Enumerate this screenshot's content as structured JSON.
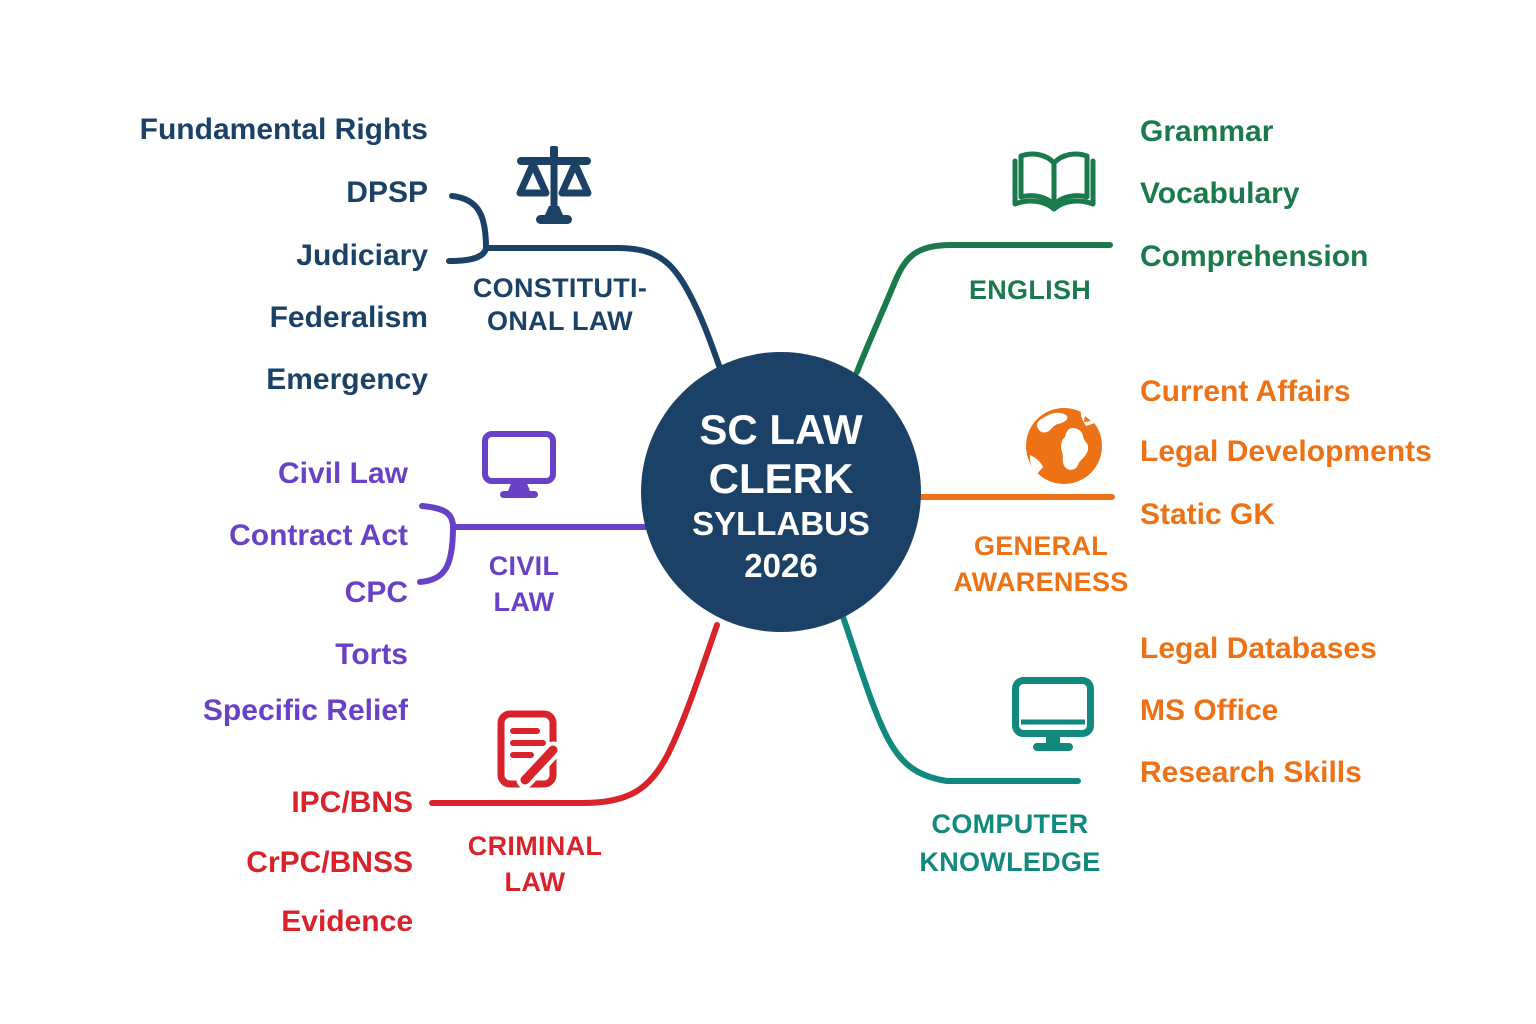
{
  "center": {
    "lines": [
      "SC LAW",
      "CLERK",
      "SYLLABUS",
      "2026"
    ],
    "bg_color": "#1B4266",
    "text_color": "#FFFFFF"
  },
  "branches": [
    {
      "id": "constitutional-law",
      "label_lines": [
        "CONSTITUTI-",
        "ONAL LAW"
      ],
      "color": "#1B4266",
      "items_color": "#1B4266",
      "icon": "scales-of-justice",
      "items": [
        "Fundamental Rights",
        "DPSP",
        "Judiciary",
        "Federalism",
        "Emergency"
      ]
    },
    {
      "id": "civil-law",
      "label_lines": [
        "CIVIL",
        "LAW"
      ],
      "color": "#6941C6",
      "items_color": "#6941C6",
      "icon": "desktop-monitor",
      "items": [
        "Civil Law",
        "Contract Act",
        "CPC",
        "Torts",
        "Specific Relief"
      ]
    },
    {
      "id": "criminal-law",
      "label_lines": [
        "CRIMINAL",
        "LAW"
      ],
      "color": "#D8232A",
      "items_color": "#D8232A",
      "icon": "document-pen",
      "items": [
        "IPC/BNS",
        "CrPC/BNSS",
        "Evidence"
      ]
    },
    {
      "id": "english",
      "label_lines": [
        "ENGLISH"
      ],
      "color": "#1A7A4B",
      "items_color": "#1A7A4B",
      "icon": "open-book",
      "items": [
        "Grammar",
        "Vocabulary",
        "Comprehension"
      ]
    },
    {
      "id": "general-awareness",
      "label_lines": [
        "GENERAL",
        "AWARENESS"
      ],
      "color": "#ED7115",
      "items_color": "#ED7115",
      "icon": "globe",
      "items": [
        "Current Affairs",
        "Legal Developments",
        "Static GK"
      ]
    },
    {
      "id": "computer-knowledge",
      "label_lines": [
        "COMPUTER",
        "KNOWLEDGE"
      ],
      "color": "#12897E",
      "items_color": "#ED7115",
      "icon": "desktop-monitor",
      "items": [
        "Legal Databases",
        "MS Office",
        "Research Skills"
      ]
    }
  ]
}
